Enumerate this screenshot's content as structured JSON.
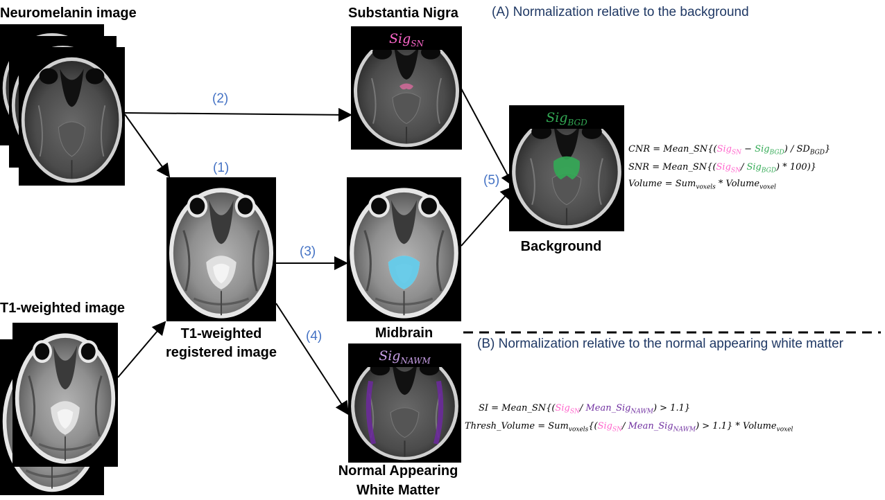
{
  "titles": {
    "neuromelanin": "Neuromelanin image",
    "t1": "T1-weighted image",
    "t1_registered_line1": "T1-weighted",
    "t1_registered_line2": "registered image",
    "substantia_nigra": "Substantia Nigra",
    "midbrain": "Midbrain",
    "background": "Background",
    "nawm_line1": "Normal Appearing",
    "nawm_line2": "White Matter"
  },
  "steps": [
    "(1)",
    "(2)",
    "(3)",
    "(4)",
    "(5)"
  ],
  "sections": {
    "a": "(A) Normalization relative to the background",
    "b": "(B) Normalization relative to the normal appearing white matter"
  },
  "image_labels": {
    "sig": "Sig",
    "sn": "SN",
    "bgd": "BGD",
    "nawm": "NAWM"
  },
  "equations": {
    "cnr_lhs": "CNR",
    "snr_lhs": "SNR",
    "vol_lhs": "Volume",
    "mean_sn": "Mean_SN",
    "sum": "Sum",
    "voxels": "voxels",
    "volume": "Volume",
    "voxel": "voxel",
    "sd": "SD",
    "hundred": "100",
    "si_lhs": "SI",
    "thresh_lhs": "Thresh_Volume",
    "mean_sig": "Mean_Sig",
    "threshold": "1.1"
  },
  "colors": {
    "step_blue": "#4472c4",
    "section_navy": "#1f3864",
    "sn_pink": "#ff66cc",
    "bgd_green": "#33aa55",
    "nawm_purple": "#7030a0",
    "midbrain_cyan": "#5bc8e8"
  }
}
